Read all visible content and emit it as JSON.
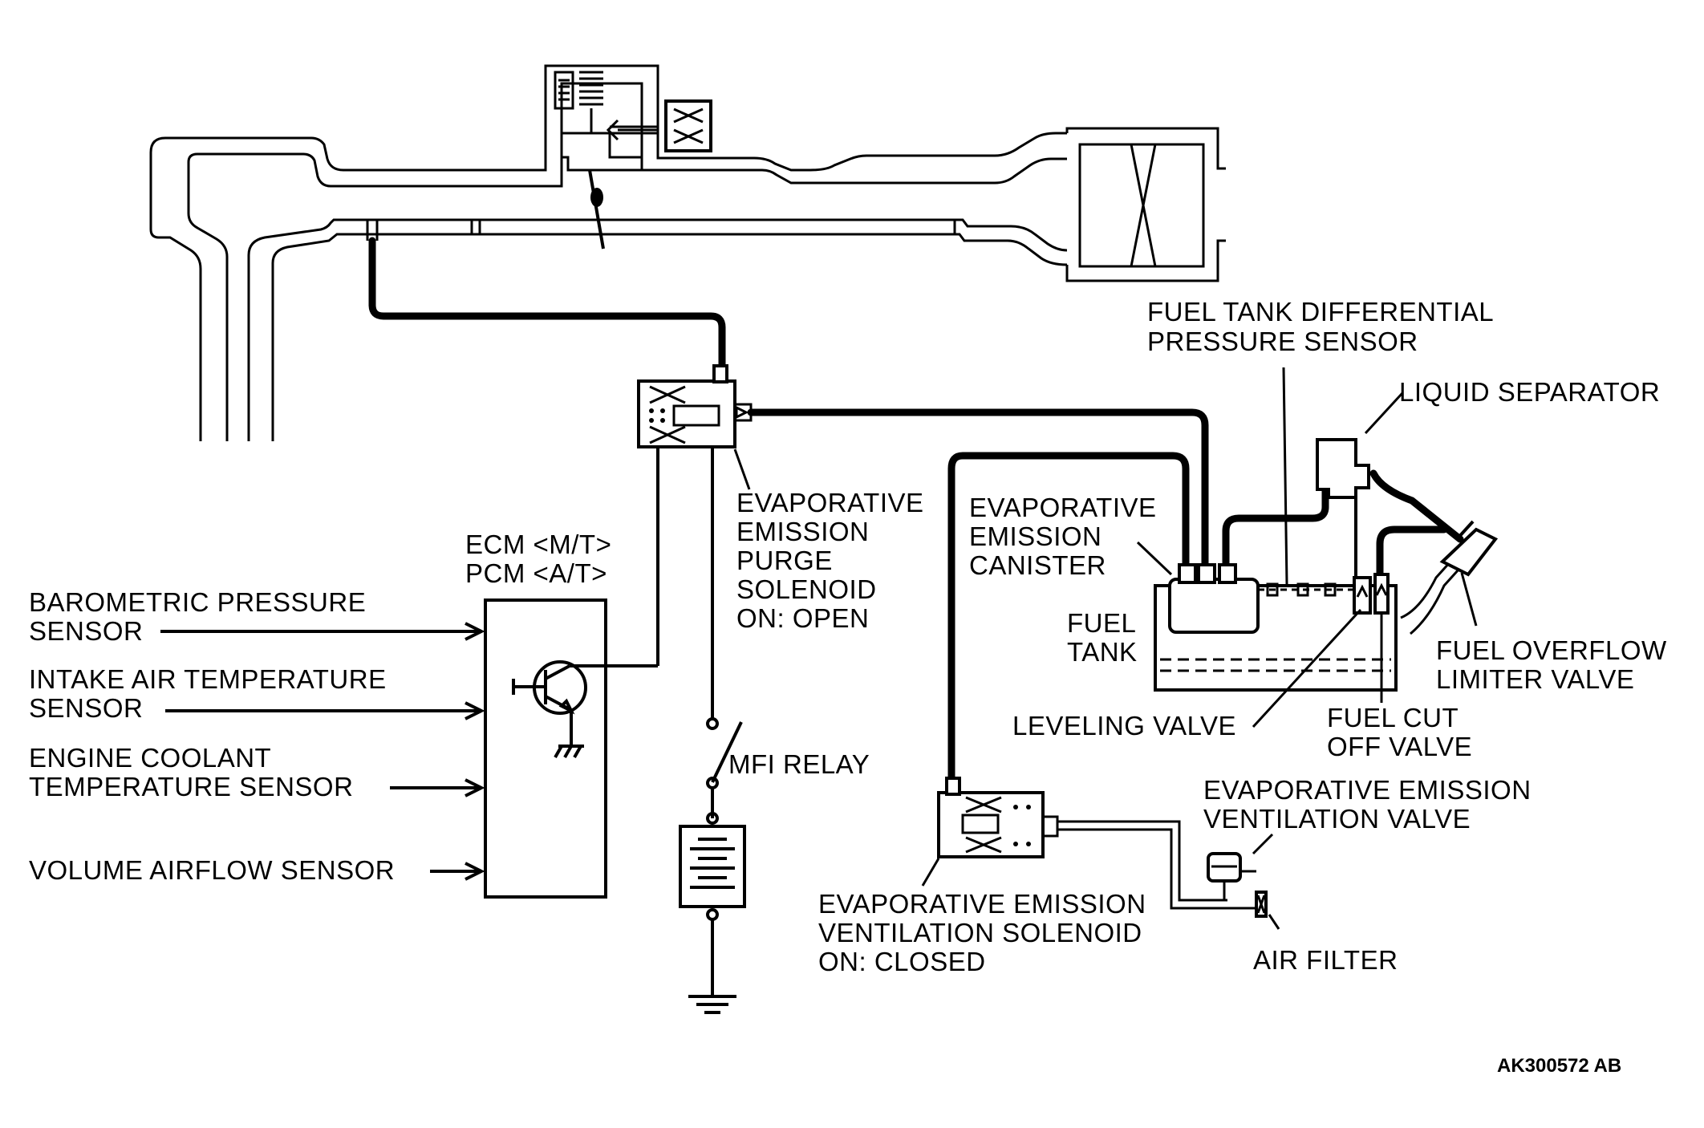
{
  "labels": {
    "fuel_tank_diff_sensor": [
      "FUEL TANK DIFFERENTIAL",
      "PRESSURE SENSOR"
    ],
    "liquid_separator": "LIQUID SEPARATOR",
    "purge_solenoid": [
      "EVAPORATIVE",
      "EMISSION",
      "PURGE",
      "SOLENOID",
      "ON: OPEN"
    ],
    "canister": [
      "EVAPORATIVE",
      "EMISSION",
      "CANISTER"
    ],
    "ecm_pcm": [
      "ECM <M/T>",
      "PCM <A/T>"
    ],
    "barometric_sensor": [
      "BAROMETRIC PRESSURE",
      "SENSOR"
    ],
    "intake_air_temp_sensor": [
      "INTAKE AIR TEMPERATURE",
      "SENSOR"
    ],
    "coolant_temp_sensor": [
      "ENGINE COOLANT",
      "TEMPERATURE SENSOR"
    ],
    "volume_airflow_sensor": "VOLUME AIRFLOW SENSOR",
    "fuel_tank": [
      "FUEL",
      "TANK"
    ],
    "fuel_overflow_valve": [
      "FUEL OVERFLOW",
      "LIMITER VALVE"
    ],
    "leveling_valve": "LEVELING VALVE",
    "fuel_cut_off_valve": [
      "FUEL CUT",
      "OFF VALVE"
    ],
    "mfi_relay": "MFI RELAY",
    "ventilation_valve": [
      "EVAPORATIVE EMISSION",
      "VENTILATION VALVE"
    ],
    "ventilation_solenoid": [
      "EVAPORATIVE EMISSION",
      "VENTILATION SOLENOID",
      "ON: CLOSED"
    ],
    "air_filter": "AIR FILTER",
    "figure_code": "AK300572 AB"
  }
}
